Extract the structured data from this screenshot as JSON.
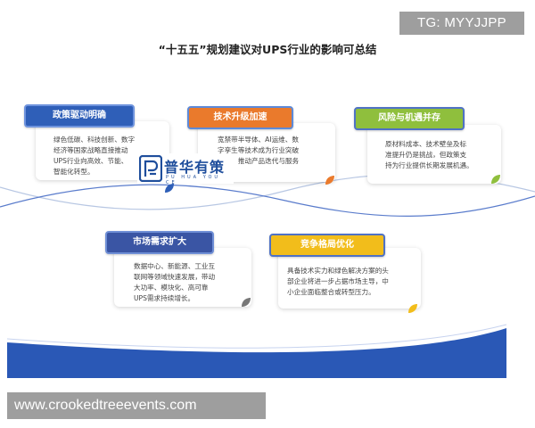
{
  "watermark": "TG: MYYJJPP",
  "title": "“十五五”规划建议对UPS行业的影响可总结",
  "cards": [
    {
      "label": "政策驱动明确",
      "text": "绿色低碳、科技创新、数字\n经济等国家战略直接推动\nUPS行业向高效、节能、\n智能化转型。"
    },
    {
      "label": "技术升级加速",
      "text": "宽禁带半导体、AI运维、数\n字孪生等技术成为行业突破\n关键，推动产品迭代与服务\n升级。"
    },
    {
      "label": "风险与机遇并存",
      "text": "原材料成本、技术壁垒及标\n准提升仍是挑战，但政策支\n持为行业提供长期发展机遇。"
    },
    {
      "label": "市场需求扩大",
      "text": "数据中心、新能源、工业互\n联网等领域快速发展，带动\n大功率、模块化、高可靠\nUPS需求持续增长。"
    },
    {
      "label": "竞争格局优化",
      "text": "具备技术实力和绿色解决方案的头\n部企业将进一步占据市场主导，中\n小企业面临整合或转型压力。"
    }
  ],
  "logo": {
    "name": "普华有策",
    "sub": "PU HUA YOU CE"
  },
  "footer_url": "www.crookedtreeevents.com",
  "colors": {
    "blue": "#2f5fb8",
    "orange": "#ea7a2c",
    "green": "#8fbf3d",
    "dark_blue": "#3a55a4",
    "yellow": "#f2bd1b",
    "band": "#2a58b6"
  }
}
